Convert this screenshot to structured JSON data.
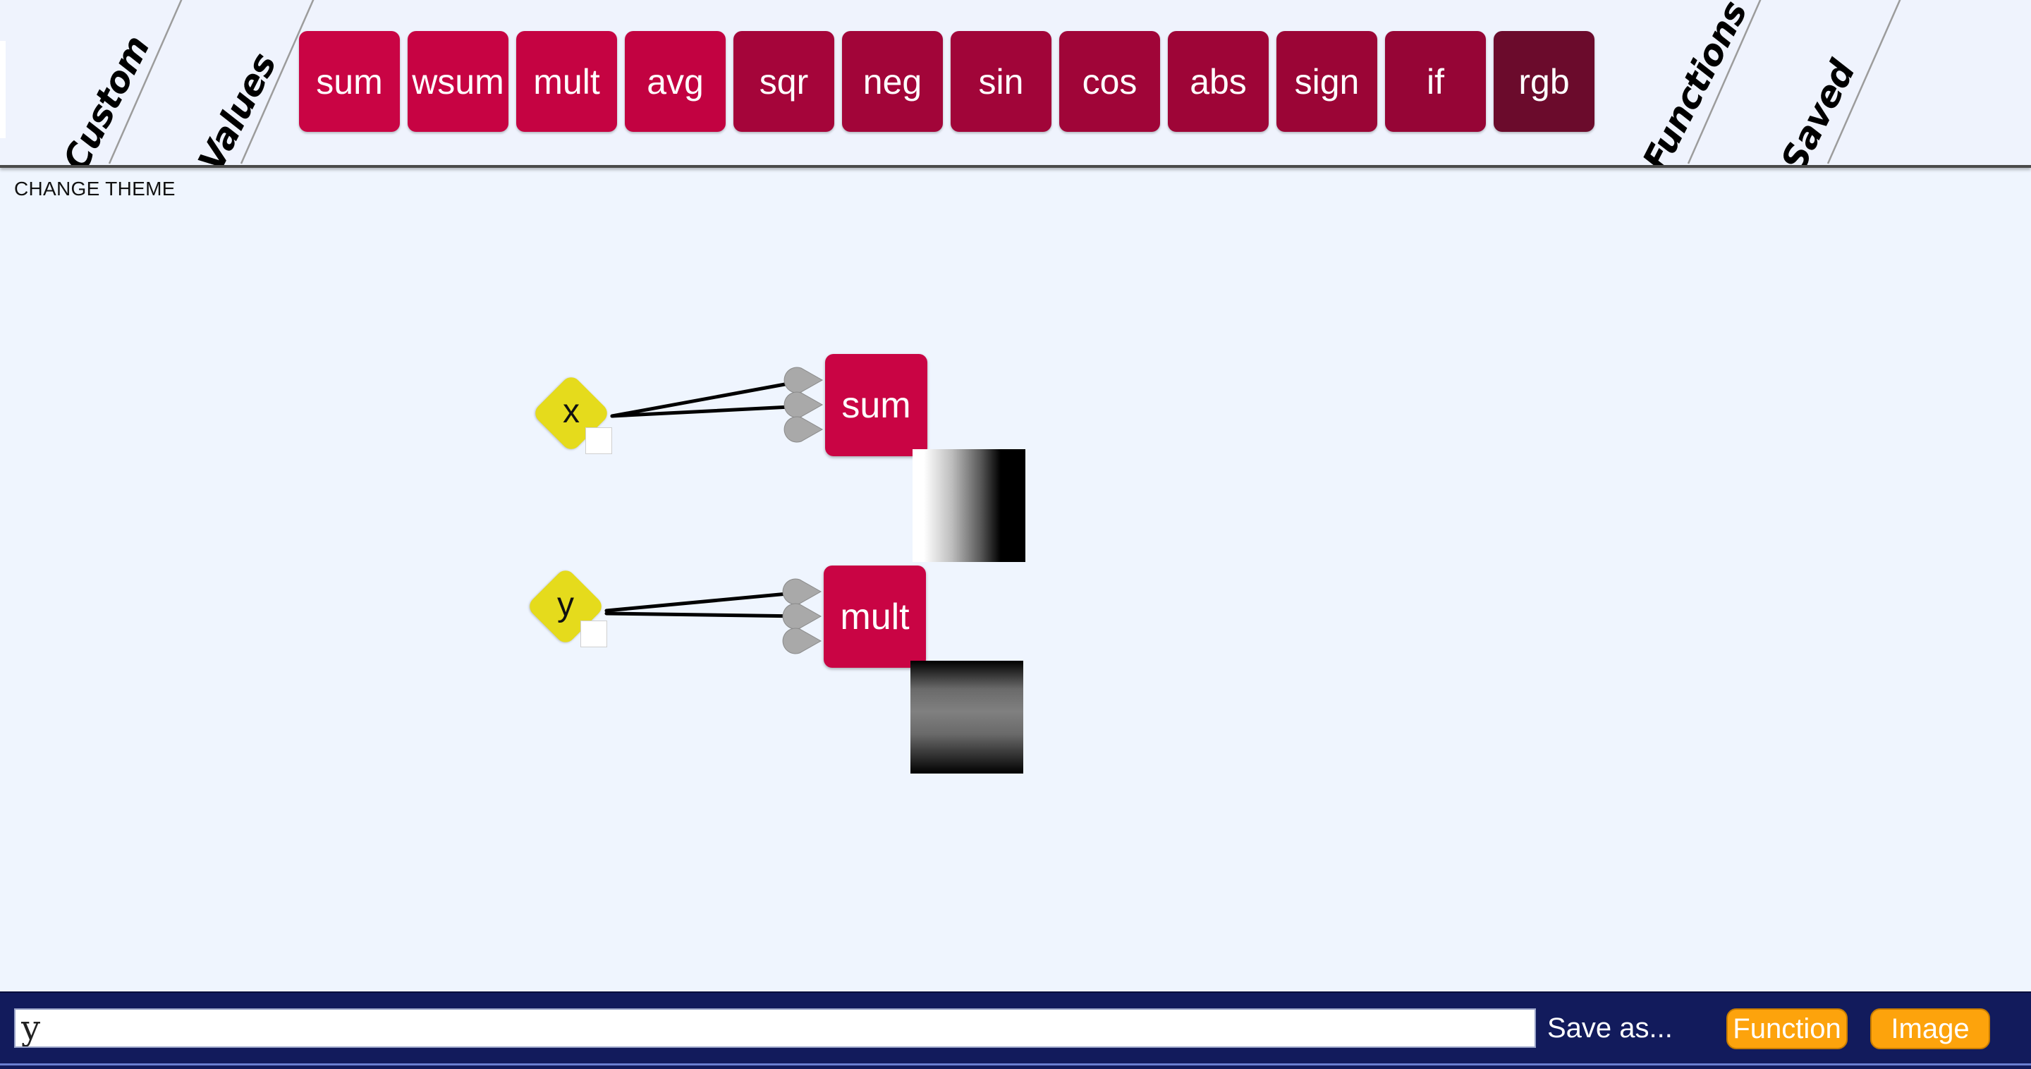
{
  "toolbar": {
    "tabs_left": [
      {
        "id": "custom",
        "label": "Custom"
      },
      {
        "id": "values",
        "label": "Values"
      }
    ],
    "tabs_right": [
      {
        "id": "functions",
        "label": "Functions"
      },
      {
        "id": "saved",
        "label": "Saved"
      }
    ],
    "functions": [
      {
        "label": "sum",
        "color": "#c90444"
      },
      {
        "label": "wsum",
        "color": "#c70343"
      },
      {
        "label": "mult",
        "color": "#c50342"
      },
      {
        "label": "avg",
        "color": "#c20241"
      },
      {
        "label": "sqr",
        "color": "#a5053a"
      },
      {
        "label": "neg",
        "color": "#a20539"
      },
      {
        "label": "sin",
        "color": "#a10539"
      },
      {
        "label": "cos",
        "color": "#a00538"
      },
      {
        "label": "abs",
        "color": "#9e0537"
      },
      {
        "label": "sign",
        "color": "#9b0536"
      },
      {
        "label": "if",
        "color": "#960536"
      },
      {
        "label": "rgb",
        "color": "#6b0b2c"
      }
    ]
  },
  "theme": {
    "change_label": "CHANGE THEME"
  },
  "workspace": {
    "values": [
      {
        "id": "x",
        "label": "x"
      },
      {
        "id": "y",
        "label": "y"
      }
    ],
    "functions": [
      {
        "id": "sum",
        "label": "sum"
      },
      {
        "id": "mult",
        "label": "mult"
      }
    ]
  },
  "bottom": {
    "expression_value": "y",
    "save_as_label": "Save as...",
    "function_button": "Function",
    "image_button": "Image"
  },
  "colors": {
    "function_node": "#c90444",
    "value_node": "#e5db1c",
    "save_button": "#fda30c",
    "bottom_bar": "#121b5c",
    "background": "#eff5fe"
  }
}
